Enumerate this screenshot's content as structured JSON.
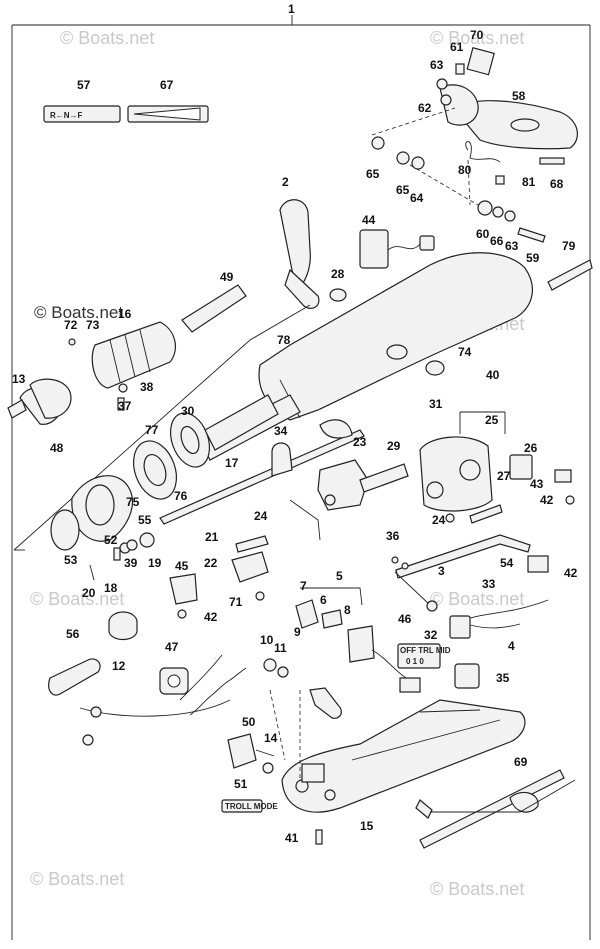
{
  "diagram": {
    "title_number": "1",
    "watermark_main": "© Boats.net",
    "watermark_faint": "© Boats.net",
    "labels": [
      "57",
      "67",
      "61",
      "70",
      "63",
      "62",
      "58",
      "65",
      "65",
      "64",
      "80",
      "81",
      "68",
      "2",
      "44",
      "60",
      "66",
      "63",
      "59",
      "79",
      "49",
      "28",
      "16",
      "72",
      "73",
      "78",
      "74",
      "40",
      "13",
      "38",
      "37",
      "31",
      "48",
      "25",
      "30",
      "77",
      "34",
      "23",
      "29",
      "26",
      "17",
      "27",
      "43",
      "42",
      "75",
      "76",
      "55",
      "24",
      "24",
      "52",
      "53",
      "21",
      "36",
      "20",
      "18",
      "39",
      "19",
      "22",
      "45",
      "71",
      "3",
      "33",
      "54",
      "42",
      "7",
      "5",
      "6",
      "8",
      "9",
      "46",
      "32",
      "4",
      "42",
      "12",
      "56",
      "47",
      "10",
      "11",
      "35",
      "50",
      "14",
      "51",
      "15",
      "41",
      "69"
    ],
    "shift_tag": "R←N→F",
    "trolling_tag": "TROLL MODE",
    "switch_tag_top": "OFF  TRL  MID",
    "switch_tag_digits": "0 1 0"
  }
}
